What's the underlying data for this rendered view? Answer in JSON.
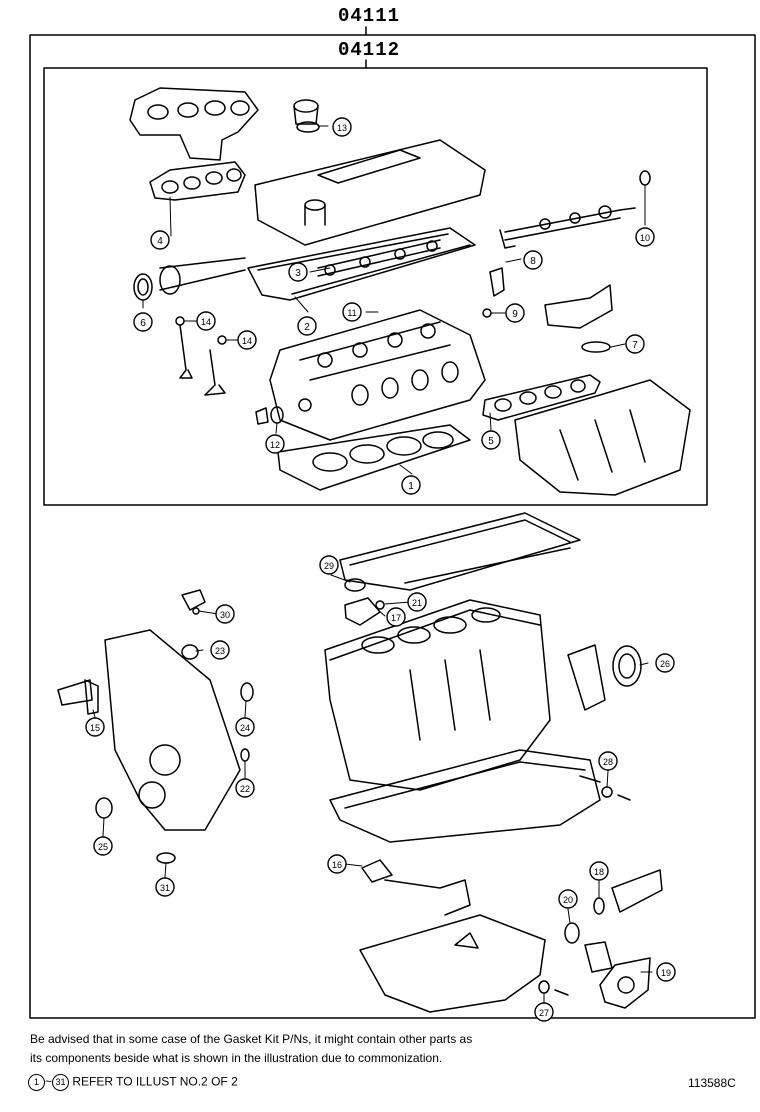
{
  "diagram": {
    "outer_kit_code": "04111",
    "inner_kit_code": "04112",
    "figure_number": "113588C",
    "note_line_1": "Be advised that in some case of the Gasket Kit P/Ns,  it might contain other parts as",
    "note_line_2": "its components beside what is shown in the illustration due to commonization.",
    "ref_from": "1",
    "ref_sep": "~",
    "ref_to": "31",
    "ref_text": "REFER TO ILLUST NO.2 OF 2",
    "callouts": [
      {
        "id": "c1",
        "label": "1"
      },
      {
        "id": "c2",
        "label": "2"
      },
      {
        "id": "c3",
        "label": "3"
      },
      {
        "id": "c4",
        "label": "4"
      },
      {
        "id": "c5",
        "label": "5"
      },
      {
        "id": "c6",
        "label": "6"
      },
      {
        "id": "c7",
        "label": "7"
      },
      {
        "id": "c8",
        "label": "8"
      },
      {
        "id": "c9",
        "label": "9"
      },
      {
        "id": "c10",
        "label": "10"
      },
      {
        "id": "c11",
        "label": "11"
      },
      {
        "id": "c12",
        "label": "12"
      },
      {
        "id": "c13",
        "label": "13"
      },
      {
        "id": "c14a",
        "label": "14"
      },
      {
        "id": "c14b",
        "label": "14"
      },
      {
        "id": "c15",
        "label": "15"
      },
      {
        "id": "c16",
        "label": "16"
      },
      {
        "id": "c17",
        "label": "17"
      },
      {
        "id": "c18",
        "label": "18"
      },
      {
        "id": "c19",
        "label": "19"
      },
      {
        "id": "c20",
        "label": "20"
      },
      {
        "id": "c21",
        "label": "21"
      },
      {
        "id": "c22",
        "label": "22"
      },
      {
        "id": "c23",
        "label": "23"
      },
      {
        "id": "c24",
        "label": "24"
      },
      {
        "id": "c25",
        "label": "25"
      },
      {
        "id": "c26",
        "label": "26"
      },
      {
        "id": "c27",
        "label": "27"
      },
      {
        "id": "c28",
        "label": "28"
      },
      {
        "id": "c29",
        "label": "29"
      },
      {
        "id": "c30",
        "label": "30"
      },
      {
        "id": "c31",
        "label": "31"
      }
    ]
  }
}
